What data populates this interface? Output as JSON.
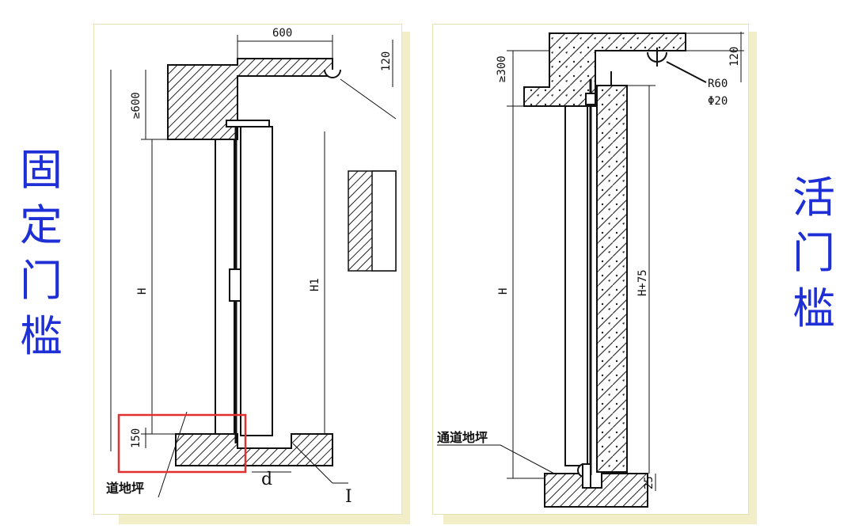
{
  "left_title": [
    "固",
    "定",
    "门",
    "槛"
  ],
  "right_title": [
    "活",
    "门",
    "槛"
  ],
  "left_drawing": {
    "dim_top": "600",
    "dim_120": "120",
    "dim_min_height": "≥600",
    "dim_H": "H",
    "dim_H1": "H1",
    "dim_150": "150",
    "dim_d": "d",
    "detail_mark": "I",
    "floor_label": "道地坪"
  },
  "right_drawing": {
    "dim_min_height": "≥300",
    "dim_120": "120",
    "radius_label": "R60",
    "diameter_label": "Φ20",
    "dim_H": "H",
    "dim_H75": "H+75",
    "dim_25": "25",
    "floor_label": "通道地坪"
  },
  "colors": {
    "title_blue": "#1e2fd6",
    "highlight_red": "#e03030",
    "panel_shadow": "#f2efc8"
  }
}
